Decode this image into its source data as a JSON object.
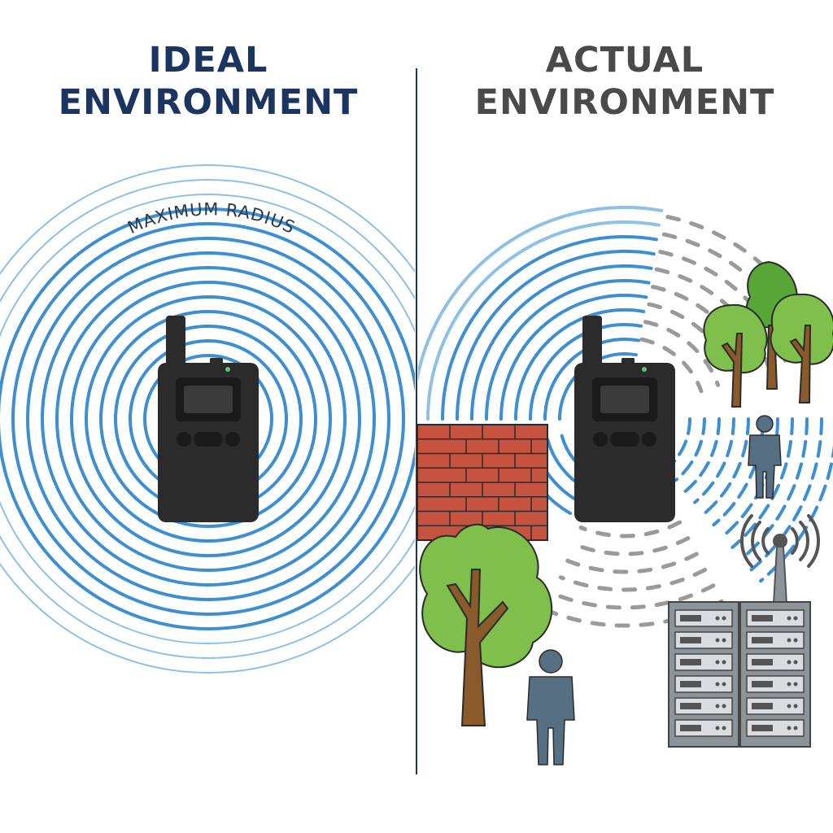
{
  "left_panel": {
    "title_line1": "IDEAL",
    "title_line2": "ENVIRONMENT",
    "radius_label": "MAXIMUM RADIUS"
  },
  "right_panel": {
    "title_line1": "ACTUAL",
    "title_line2": "ENVIRONMENT"
  },
  "colors": {
    "ideal_title": "#1c3560",
    "actual_title": "#4a4a4a",
    "signal_wave": "#3d8fd1",
    "signal_wave_faint": "#8fc0e6",
    "divider": "#1c3560",
    "device_body": "#2b2b2b",
    "brick": "#c5533f",
    "tree_foliage": "#7ec04b",
    "tree_foliage_dark": "#58a636",
    "tree_trunk": "#8b5a2b",
    "person": "#566f82",
    "server": "#8c9399",
    "interference": "#9a9a9a"
  },
  "icons": [
    "walkie-talkie-icon",
    "brick-wall-icon",
    "tree-icon",
    "person-icon",
    "cell-tower-icon",
    "server-rack-icon"
  ]
}
